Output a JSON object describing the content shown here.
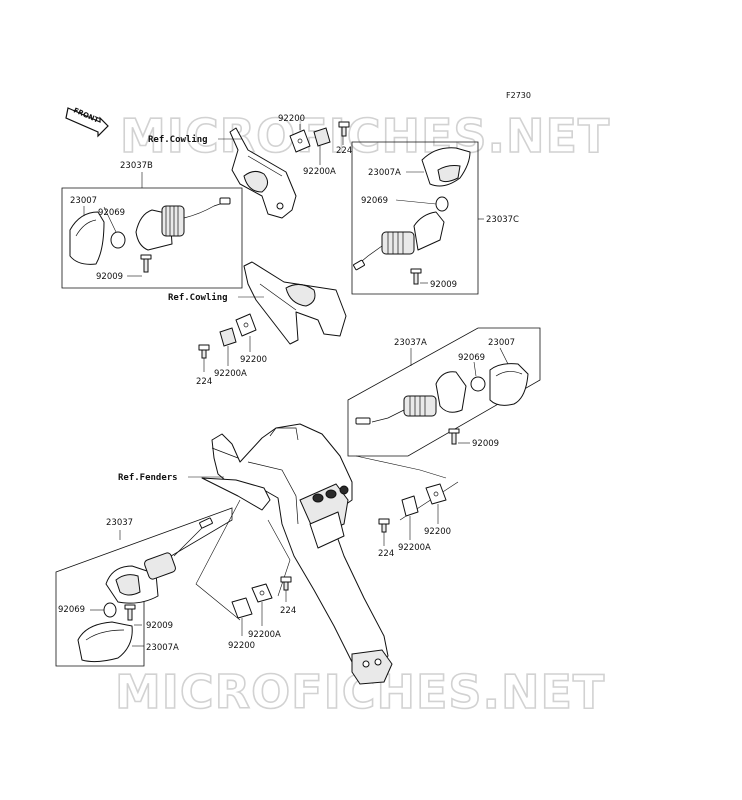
{
  "figure_code": "F2730",
  "watermark": [
    "MICROFICHES.NET",
    "MICROFICHES.NET"
  ],
  "front_arrow_label": "FRONT",
  "refs": {
    "cowling_upper": "Ref.Cowling",
    "cowling_lower": "Ref.Cowling",
    "fenders": "Ref.Fenders"
  },
  "labels": {
    "a1": "23037B",
    "a2": "23007",
    "a3": "92069",
    "a4": "92009",
    "b1": "92200",
    "b2": "224",
    "b3": "92200A",
    "c1": "23007A",
    "c2": "92069",
    "c3": "23037C",
    "c4": "92009",
    "d1": "92200",
    "d2": "224",
    "d3": "92200A",
    "e1": "23037A",
    "e2": "23007",
    "e3": "92069",
    "e4": "92009",
    "f1": "224",
    "f2": "92200A",
    "f3": "92200",
    "g1": "23037",
    "g2": "92069",
    "g3": "92009",
    "g4": "23007A",
    "h1": "224",
    "h2": "92200A",
    "h3": "92200"
  }
}
